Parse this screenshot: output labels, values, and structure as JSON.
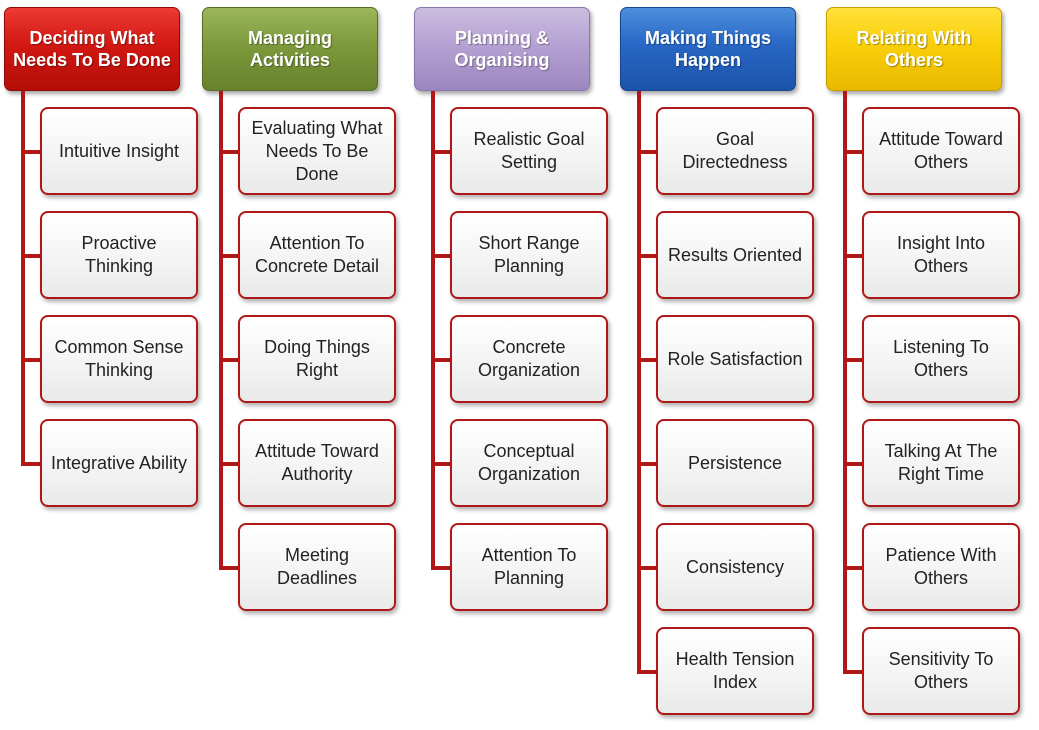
{
  "columns": [
    {
      "title": "Deciding What Needs To Be Done",
      "color": "#d21812",
      "items": [
        "Intuitive Insight",
        "Proactive Thinking",
        "Common Sense Thinking",
        "Integrative Ability"
      ]
    },
    {
      "title": "Managing Activities",
      "color": "#7d9a3c",
      "items": [
        "Evaluating What Needs To Be Done",
        "Attention To Concrete Detail",
        "Doing Things Right",
        "Attitude Toward Authority",
        "Meeting Deadlines"
      ]
    },
    {
      "title": "Planning & Organising",
      "color": "#b5a2d2",
      "items": [
        "Realistic Goal Setting",
        "Short Range Planning",
        "Concrete Organization",
        "Conceptual Organization",
        "Attention To Planning"
      ]
    },
    {
      "title": "Making Things Happen",
      "color": "#2867c6",
      "items": [
        "Goal Directedness",
        "Results Oriented",
        "Role Satisfaction",
        "Persistence",
        "Consistency",
        "Health Tension Index"
      ]
    },
    {
      "title": "Relating With Others",
      "color": "#f9cf0a",
      "items": [
        "Attitude Toward Others",
        "Insight Into Others",
        "Listening To Others",
        "Talking At The Right Time",
        "Patience With Others",
        "Sensitivity To Others"
      ]
    }
  ],
  "connector_color": "#b01818"
}
